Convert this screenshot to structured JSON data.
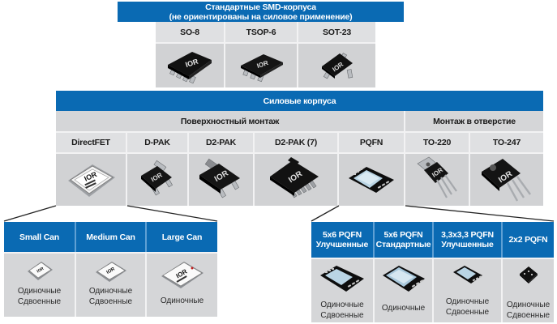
{
  "smd": {
    "title_line1": "Стандартные SMD-корпуса",
    "title_line2": "(не ориентированы на силовое применение)",
    "packages": [
      {
        "label": "SO-8",
        "icon": "so8-chip-icon"
      },
      {
        "label": "TSOP-6",
        "icon": "tsop6-chip-icon"
      },
      {
        "label": "SOT-23",
        "icon": "sot23-chip-icon"
      }
    ]
  },
  "power": {
    "title": "Силовые корпуса",
    "groups": [
      {
        "label": "Поверхностный монтаж"
      },
      {
        "label": "Монтаж в отверстие"
      }
    ],
    "packages": [
      {
        "label": "DirectFET",
        "icon": "directfet-can-icon"
      },
      {
        "label": "D-PAK",
        "icon": "dpak-chip-icon"
      },
      {
        "label": "D2-PAK",
        "icon": "d2pak-chip-icon"
      },
      {
        "label": "D2-PAK (7)",
        "icon": "d2pak7-chip-icon"
      },
      {
        "label": "PQFN",
        "icon": "pqfn-chip-icon"
      },
      {
        "label": "TO-220",
        "icon": "to220-chip-icon"
      },
      {
        "label": "TO-247",
        "icon": "to247-chip-icon"
      }
    ]
  },
  "directfet_variants": [
    {
      "label": "Small Can",
      "line1": "Одиночные",
      "line2": "Сдвоенные"
    },
    {
      "label": "Medium Can",
      "line1": "Одиночные",
      "line2": "Сдвоенные"
    },
    {
      "label": "Large Can",
      "line1": "Одиночные",
      "line2": ""
    }
  ],
  "pqfn_variants": [
    {
      "label1": "5x6 PQFN",
      "label2": "Улучшенные",
      "line1": "Одиночные",
      "line2": "Сдвоенные"
    },
    {
      "label1": "5x6 PQFN",
      "label2": "Стандартные",
      "line1": "Одиночные",
      "line2": ""
    },
    {
      "label1": "3,3x3,3 PQFN",
      "label2": "Улучшенные",
      "line1": "Одиночные",
      "line2": "Сдвоенные"
    },
    {
      "label1": "2x2 PQFN",
      "label2": "",
      "line1": "Одиночные",
      "line2": "Сдвоенные"
    }
  ],
  "logo_text": "IOR",
  "colors": {
    "header_blue": "#0a6ab3",
    "cell_gray": "#d1d2d4",
    "label_gray": "#dfe0e2"
  }
}
